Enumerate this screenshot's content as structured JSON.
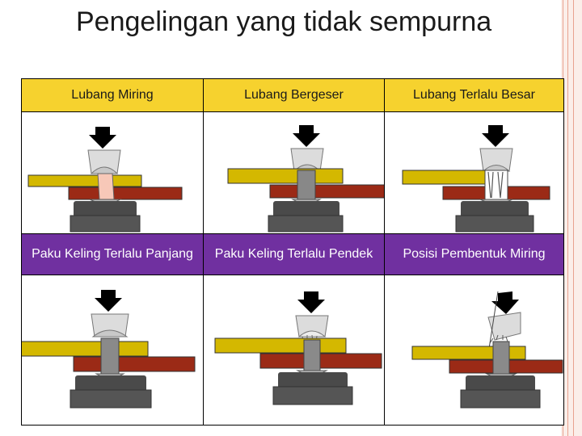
{
  "slide": {
    "title": "Pengelingan yang tidak sempurna"
  },
  "table": {
    "headers_row1": [
      "Lubang Miring",
      "Lubang Bergeser",
      "Lubang Terlalu Besar"
    ],
    "headers_row2": [
      "Paku Keling Terlalu Panjang",
      "Paku Keling Terlalu Pendek",
      "Posisi Pembentuk Miring"
    ]
  },
  "colors": {
    "header_row1": "#f6d22e",
    "header_row2": "#7030a0",
    "top_plate": "#d4b800",
    "bottom_plate": "#9b2a16",
    "anvil": "#555555",
    "arrow": "#000000",
    "rivet": "#8a8a8a",
    "accent_line": "#e8a28f"
  }
}
